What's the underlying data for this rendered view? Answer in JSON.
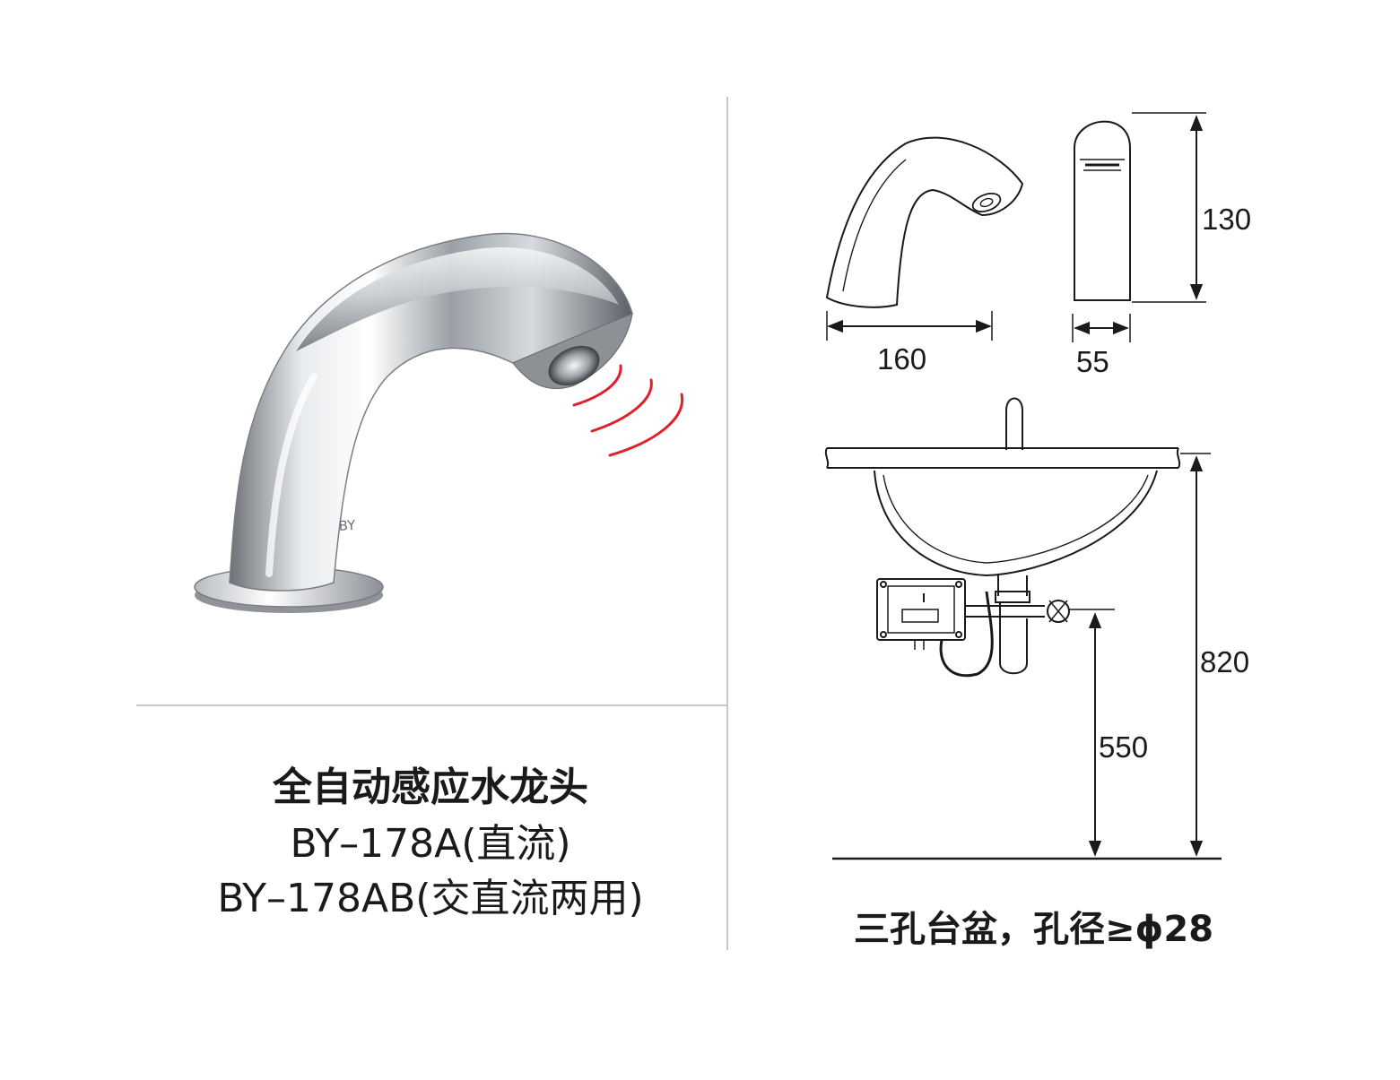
{
  "product": {
    "name": "全自动感应水龙头",
    "model_dc": "BY–178A(直流)",
    "model_acdc": "BY–178AB(交直流两用)"
  },
  "dimensions": {
    "length": "160",
    "width": "55",
    "height": "130",
    "counter_height": "820",
    "valve_height": "550"
  },
  "installation_note": "三孔台盆，孔径≥ϕ28",
  "colors": {
    "sensor_waves": "#e0202a",
    "lines": "#1a1a1a",
    "divider": "#c8c8c8"
  }
}
